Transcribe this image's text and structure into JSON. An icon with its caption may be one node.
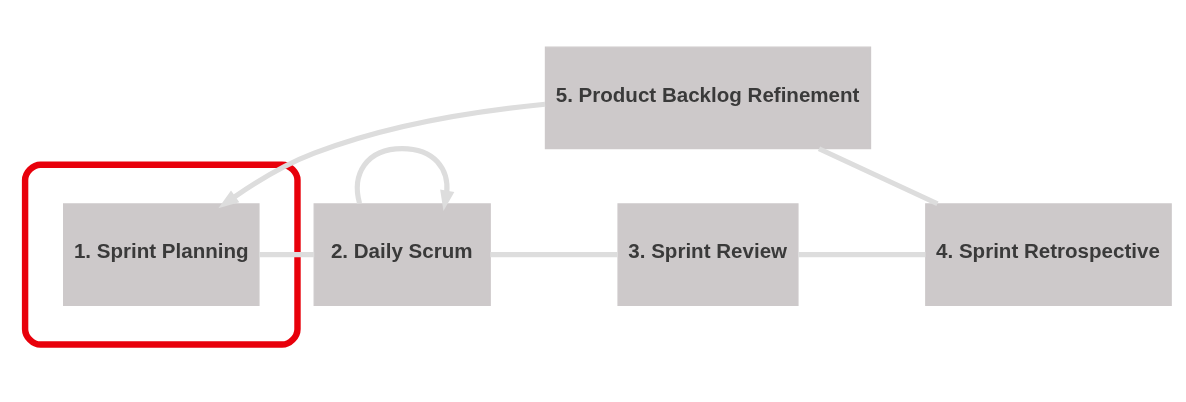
{
  "diagram": {
    "nodes": [
      {
        "text": [
          "5. Product Backlog Refinement"
        ]
      },
      {
        "text": [],
        "shape": "ellipse"
      },
      {
        "text": [
          "1. Sprint Planning"
        ],
        "in": 1
      },
      {
        "text": [
          "2. Daily Scrum"
        ]
      },
      {
        "text": [
          "3. Sprint Review"
        ]
      },
      {
        "text": [
          "4. Sprint Retrospective"
        ]
      }
    ],
    "edges": [
      {
        "from": 2,
        "to": 3,
        "arrow": "none"
      },
      {
        "from": 3,
        "to": 3,
        "arrow": "to"
      },
      {
        "from": 3,
        "to": 4,
        "arrow": "none"
      },
      {
        "from": 4,
        "to": 5,
        "arrow": "none"
      },
      {
        "from": 5,
        "to": 0,
        "arrow": "none"
      },
      {
        "from": 0,
        "to": 2,
        "arrow": "to"
      }
    ]
  }
}
